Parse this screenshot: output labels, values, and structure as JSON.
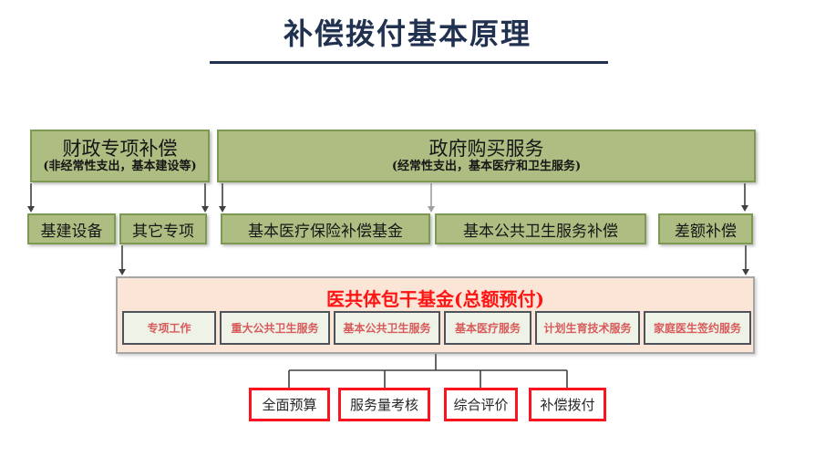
{
  "title": "补偿拨付基本原理",
  "colors": {
    "title_navy": "#213150",
    "green_fill": "#aebe82",
    "green_border": "#7e9a52",
    "pool_fill": "#fbe5d6",
    "pool_border": "#a6a6a6",
    "pool_title_red": "#ff1414",
    "inner_fill": "#eef2e7",
    "inner_border": "#4d525b",
    "inner_text_red": "#d85a5a",
    "process_border_red": "#fa1420",
    "connector_gray": "#404040"
  },
  "diagram": {
    "sources": [
      {
        "title": "财政专项补偿",
        "subtitle": "(非经常性支出，基本建设等)"
      },
      {
        "title": "政府购买服务",
        "subtitle": "(经常性支出，基本医疗和卫生服务)"
      }
    ],
    "channels": [
      "基建设备",
      "其它专项",
      "基本医疗保险补偿基金",
      "基本公共卫生服务补偿",
      "差额补偿"
    ],
    "pool": {
      "title": "医共体包干基金(总额预付)",
      "items": [
        "专项工作",
        "重大公共卫生服务",
        "基本公共卫生服务",
        "基本医疗服务",
        "计划生育技术服务",
        "家庭医生签约服务"
      ]
    },
    "processes": [
      "全面预算",
      "服务量考核",
      "综合评价",
      "补偿拨付"
    ]
  }
}
